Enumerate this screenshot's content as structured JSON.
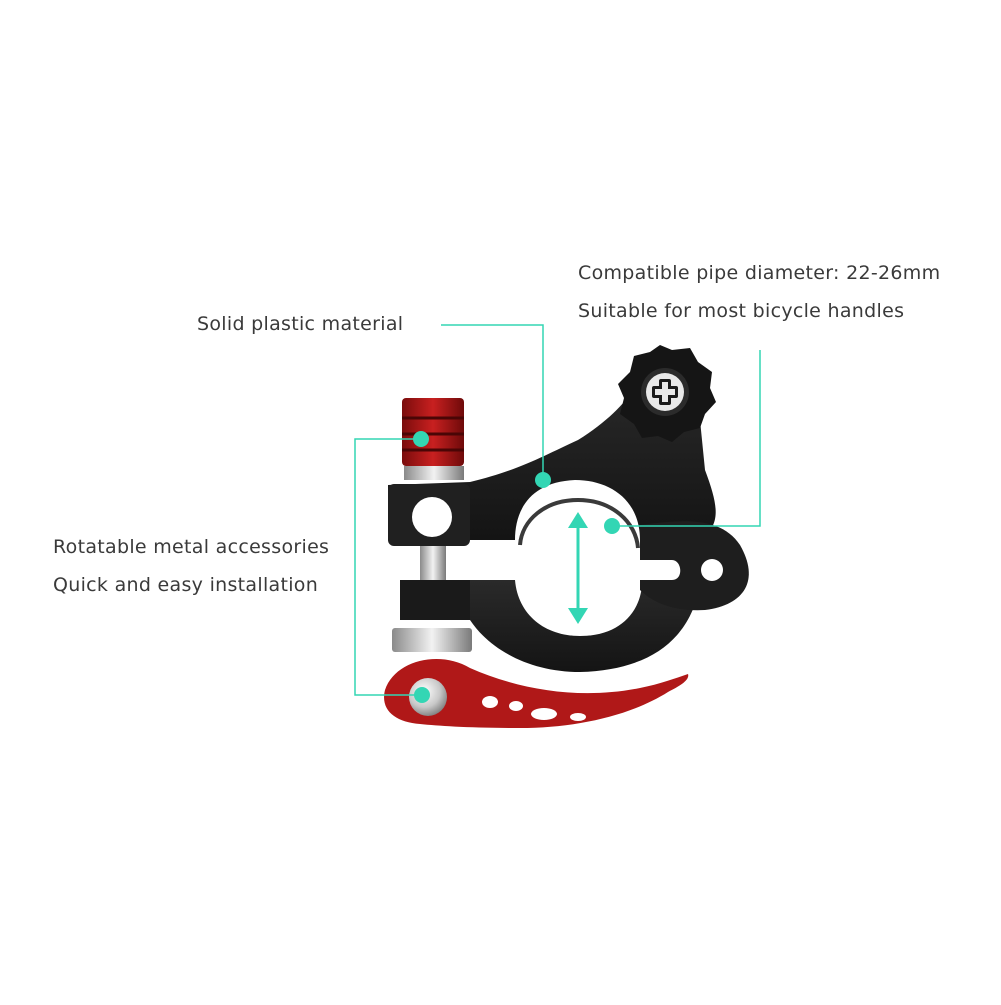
{
  "callouts": {
    "plastic": {
      "text": "Solid plastic material"
    },
    "pipe": {
      "line1": "Compatible pipe diameter: 22-26mm",
      "line2": "Suitable for most bicycle handles"
    },
    "metal": {
      "line1": "Rotatable metal accessories",
      "line2": "Quick and easy installation"
    }
  },
  "colors": {
    "accent": "#33d6b4",
    "clamp_body": "#1c1c1c",
    "metal_red": "#b01818",
    "text": "#3a3a3a"
  },
  "icons": [
    "cross-screw-icon",
    "double-arrow-icon"
  ]
}
